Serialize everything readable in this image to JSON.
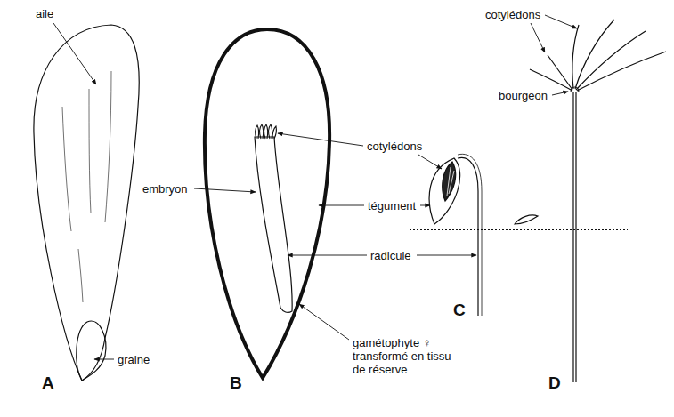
{
  "diagram": {
    "labels": [
      "aile",
      "graine",
      "A",
      "embryon",
      "cotylédons",
      "tégument",
      "radicule",
      "gamétophyte ♀ transformé en tissu de réserve",
      "B",
      "C",
      "cotylédons",
      "bourgeon",
      "D"
    ]
  }
}
